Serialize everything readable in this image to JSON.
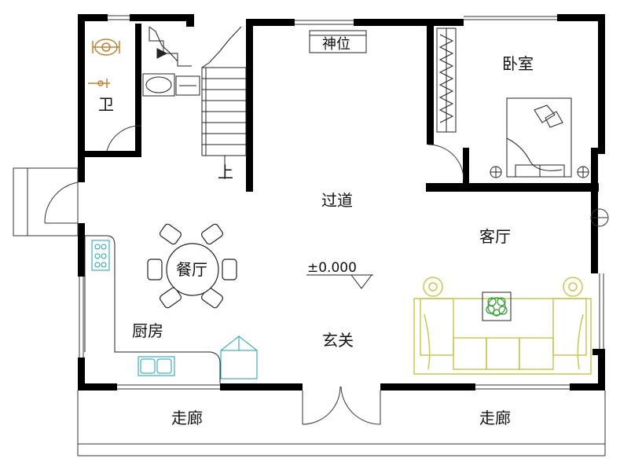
{
  "rooms": {
    "bathroom": "卫",
    "shrine": "神位",
    "bedroom": "卧室",
    "stairs_up": "上",
    "hallway": "过道",
    "living_room": "客厅",
    "dining_room": "餐厅",
    "kitchen": "厨房",
    "entrance": "玄关",
    "corridor_left": "走廊",
    "corridor_right": "走廊"
  },
  "level_mark": "±0.000",
  "colors": {
    "wall": "#000000",
    "line": "#333333",
    "sofa": "#c8c850",
    "fixture": "#1a9fb8",
    "plant": "#2e9a2e",
    "toilet": "#c08030"
  }
}
